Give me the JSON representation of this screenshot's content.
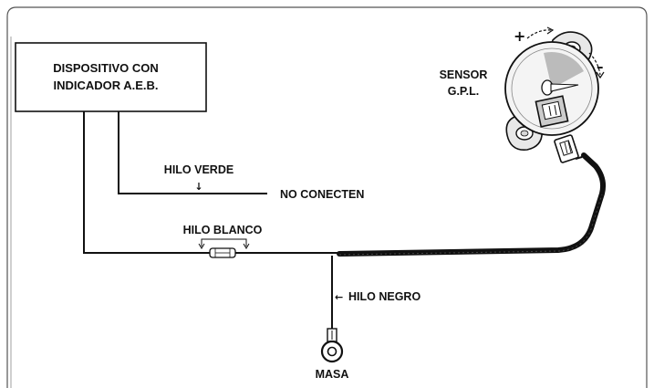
{
  "device": {
    "line1": "DISPOSITIVO CON",
    "line2": "INDICADOR  A.E.B."
  },
  "sensor": {
    "line1": "SENSOR",
    "line2": "G.P.L.",
    "plus_sign": "+",
    "minus_sign": "–"
  },
  "wires": {
    "green_label": "HILO VERDE",
    "green_arrow": "↓",
    "not_connect": "NO CONECTEN",
    "white_label": "HILO  BLANCO",
    "black_label": "HILO NEGRO",
    "black_arrow": "←"
  },
  "ground": {
    "label": "MASA"
  },
  "colors": {
    "line": "#111111",
    "background": "#ffffff"
  }
}
